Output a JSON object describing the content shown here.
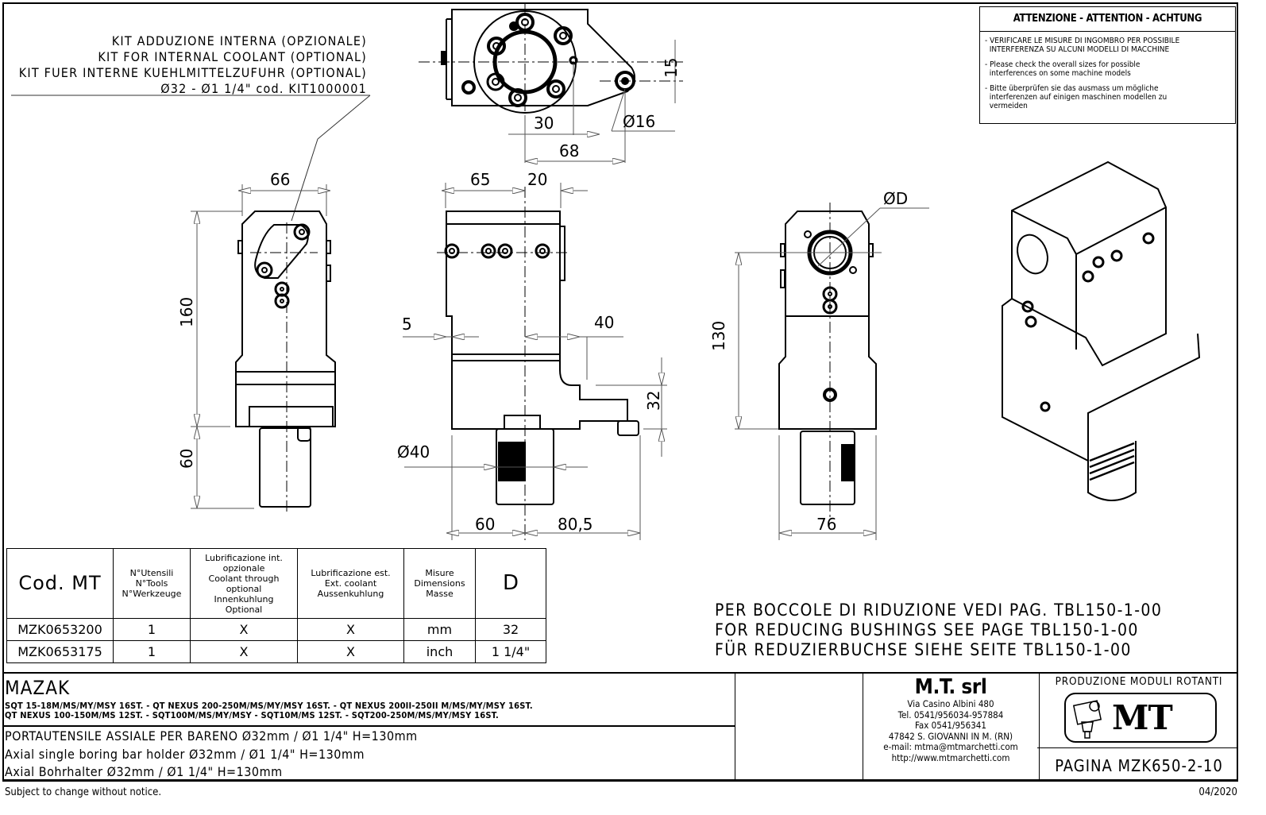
{
  "kit_note": {
    "lines": [
      "KIT ADDUZIONE INTERNA (OPZIONALE)",
      "KIT FOR INTERNAL COOLANT (OPTIONAL)",
      "KIT FUER INTERNE KUEHLMITTELZUFUHR (OPTIONAL)",
      "Ø32 - Ø1 1/4\"  cod. KIT1000001"
    ]
  },
  "warning": {
    "title": "ATTENZIONE - ATTENTION - ACHTUNG",
    "items": [
      "- VERIFICARE LE MISURE DI INGOMBRO PER POSSIBILE\n  INTERFERENZA SU ALCUNI MODELLI DI MACCHINE",
      "- Please check the overall sizes for possible\n  interferences on some machine models",
      "- Bitte überprüfen sie das ausmass um mögliche\n  interferenzen auf einigen maschinen modellen zu\n  vermeiden"
    ]
  },
  "dimensions": {
    "top_view": {
      "d15": "15",
      "d16": "Ø16",
      "d30": "30",
      "d68": "68"
    },
    "side_view": {
      "width": "66",
      "height": "160",
      "shank": "60"
    },
    "front_view": {
      "d65": "65",
      "d20": "20",
      "d5": "5",
      "d40": "40",
      "d32": "32",
      "dia40": "Ø40",
      "d60": "60",
      "d80_5": "80,5"
    },
    "end_view": {
      "bore": "ØD",
      "height": "130",
      "width": "76"
    }
  },
  "codes_table": {
    "headers": [
      "Cod. MT",
      "N°Utensili\nN°Tools\nN°Werkzeuge",
      "Lubrificazione int.\nopzionale\nCoolant through\noptional\nInnenkuhlung\nOptional",
      "Lubrificazione est.\nExt. coolant\nAussenkuhlung",
      "Misure\nDimensions\nMasse",
      "D"
    ],
    "rows": [
      [
        "MZK0653200",
        "1",
        "X",
        "X",
        "mm",
        "32"
      ],
      [
        "MZK0653175",
        "1",
        "X",
        "X",
        "inch",
        "1 1/4\""
      ]
    ]
  },
  "bushing_note": {
    "lines": [
      "PER BOCCOLE DI RIDUZIONE VEDI PAG. TBL150-1-00",
      "FOR REDUCING BUSHINGS SEE PAGE TBL150-1-00",
      "FÜR REDUZIERBUCHSE SIEHE SEITE TBL150-1-00"
    ]
  },
  "title_block": {
    "manufacturer": "MAZAK",
    "models": [
      "SQT 15-18M/MS/MY/MSY 16ST. - QT NEXUS 200-250M/MS/MY/MSY 16ST. - QT NEXUS 200II-250II M/MS/MY/MSY 16ST.",
      "QT NEXUS 100-150M/MS 12ST. - SQT100M/MS/MY/MSY - SQT10M/MS 12ST. - SQT200-250M/MS/MY/MSY 16ST."
    ],
    "descriptions": [
      "PORTAUTENSILE ASSIALE PER BARENO Ø32mm / Ø1 1/4\" H=130mm",
      "Axial single boring bar holder Ø32mm / Ø1 1/4\" H=130mm",
      "Axial Bohrhalter Ø32mm / Ø1 1/4\" H=130mm"
    ],
    "company": {
      "name": "M.T. srl",
      "lines": [
        "Via Casino Albini 480",
        "Tel. 0541/956034-957884",
        "Fax 0541/956341",
        "47842 S. GIOVANNI IN M. (RN)",
        "e-mail: mtma@mtmarchetti.com",
        "http://www.mtmarchetti.com"
      ]
    },
    "production_label": "PRODUZIONE MODULI ROTANTI",
    "logo_text": "MT",
    "page": "PAGINA MZK650-2-10"
  },
  "footer": {
    "disclaimer": "Subject to change without notice.",
    "date": "04/2020"
  }
}
